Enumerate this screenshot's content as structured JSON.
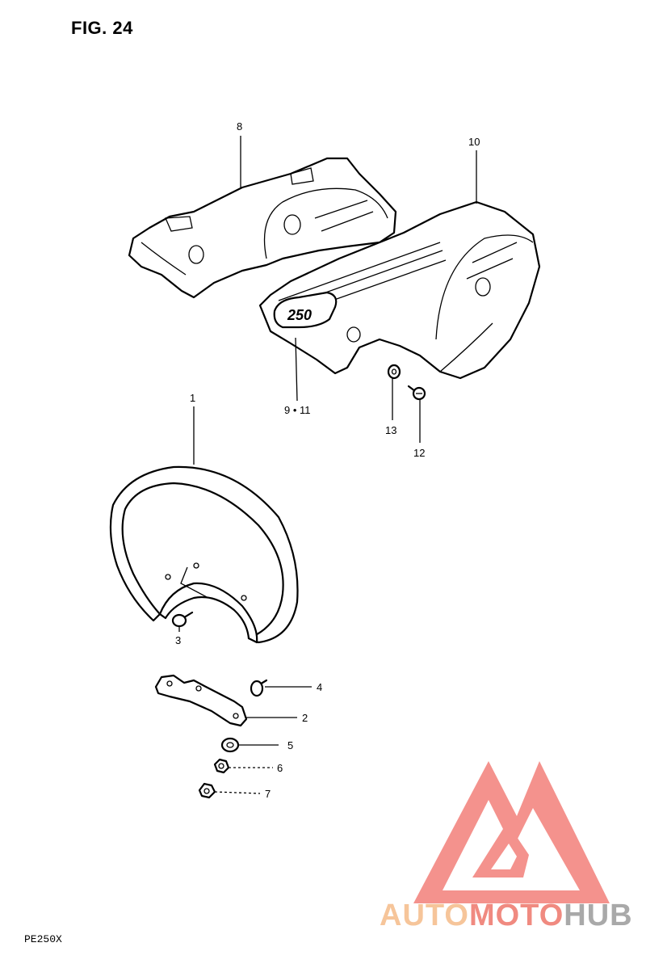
{
  "figure": {
    "title": "FIG. 24",
    "model": "PE250X"
  },
  "callouts": {
    "c1": "1",
    "c2": "2",
    "c3": "3",
    "c4": "4",
    "c5": "5",
    "c6": "6",
    "c7": "7",
    "c8": "8",
    "c9_11": "9 • 11",
    "c10": "10",
    "c12": "12",
    "c13": "13"
  },
  "emblem_text": "250",
  "watermark": {
    "text_auto": "AUTO",
    "text_moto": "MOTO",
    "text_hub": "HUB",
    "colors": {
      "auto": "#f6c59a",
      "moto": "#f08a80",
      "hub": "#a9a9a9",
      "logo": "#f3807a"
    }
  }
}
